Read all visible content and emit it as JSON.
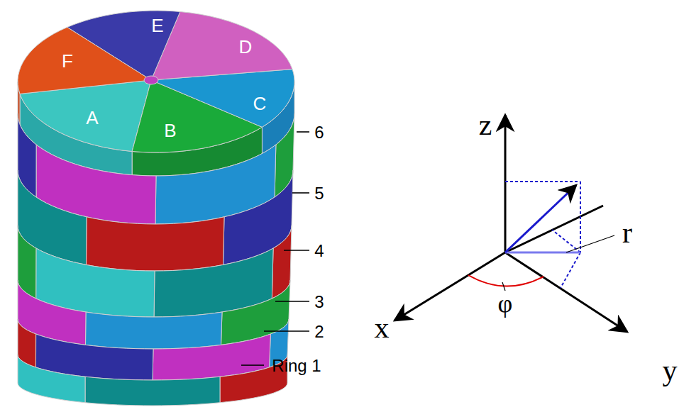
{
  "diagram": {
    "labels": [
      "E",
      "F",
      "D",
      "A",
      "B",
      "C",
      "6",
      "5",
      "4",
      "3",
      "2",
      "Ring 1",
      "z",
      "r",
      "x",
      "φ",
      "y"
    ]
  }
}
